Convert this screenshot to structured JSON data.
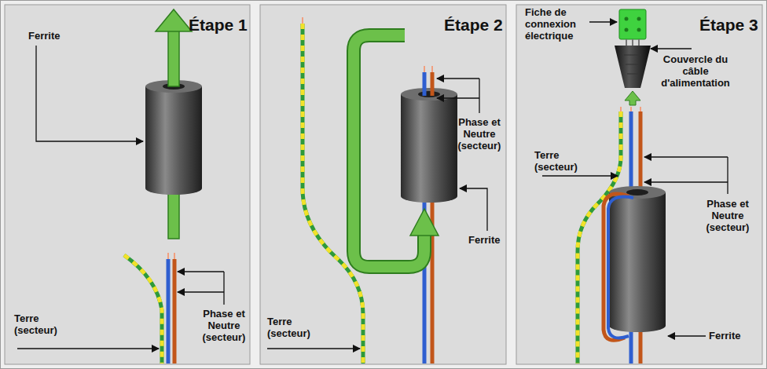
{
  "diagram": {
    "labels": [
      "Étape 1",
      "Ferrite",
      "Phase et Neutre (secteur)",
      "Terre (secteur)",
      "Étape 2",
      "Phase et Neutre (secteur)",
      "Ferrite",
      "Terre (secteur)",
      "Étape 3",
      "Fiche de connexion électrique",
      "Couvercle du câble d'alimentation",
      "Terre (secteur)",
      "Phase et Neutre (secteur)",
      "Ferrite"
    ]
  }
}
